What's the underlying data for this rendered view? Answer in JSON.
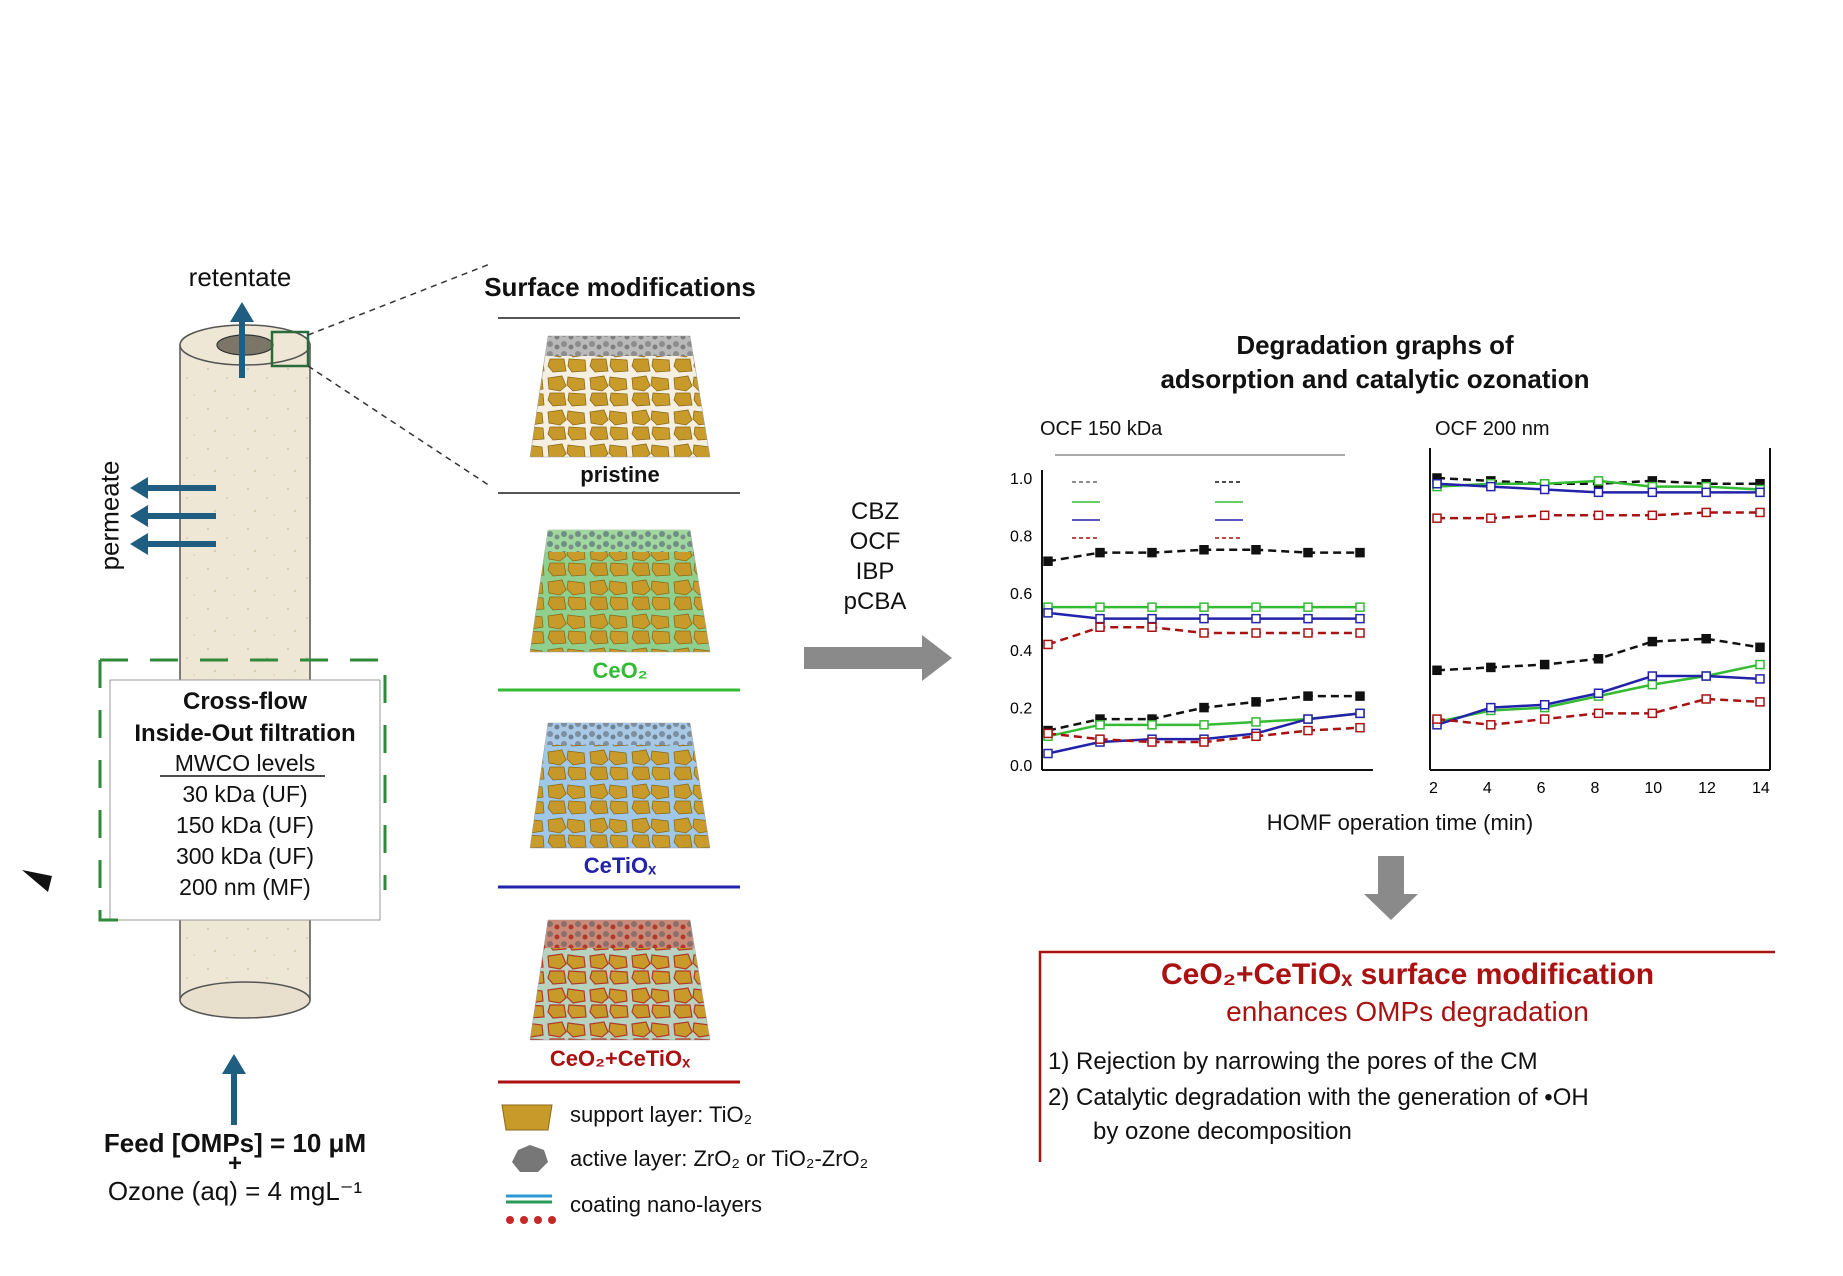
{
  "reactor": {
    "retentate_label": "retentate",
    "permeate_label": "permeate",
    "box_title_1": "Cross-flow",
    "box_title_2": "Inside-Out filtration",
    "mwco_header": "MWCO levels",
    "mwco_items": [
      "30 kDa (UF)",
      "150 kDa (UF)",
      "300 kDa (UF)",
      "200 nm (MF)"
    ],
    "feed_line": "Feed [OMPs] = 10 μM",
    "plus": "+",
    "ozone_line": "Ozone (aq) = 4 mgL⁻¹"
  },
  "surface": {
    "title": "Surface modifications",
    "panels": [
      {
        "label": "pristine",
        "color": "#111111"
      },
      {
        "label": "CeO₂",
        "color": "#33bb33"
      },
      {
        "label": "CeTiOₓ",
        "color": "#2222aa"
      },
      {
        "label": "CeO₂+CeTiOₓ",
        "color": "#aa1111"
      }
    ],
    "legend": [
      "support layer: TiO₂",
      "active layer: ZrO₂ or TiO₂-ZrO₂",
      "coating nano-layers"
    ]
  },
  "compounds": [
    "CBZ",
    "OCF",
    "IBP",
    "pCBA"
  ],
  "graphs": {
    "title_line1": "Degradation graphs of",
    "title_line2": "adsorption and catalytic ozonation",
    "left_label": "OCF 150 kDa",
    "right_label": "OCF 200 nm",
    "xlabel": "HOMF operation time (min)"
  },
  "conclusion": {
    "title_line1": "CeO₂+CeTiOₓ surface modification",
    "title_line2": "enhances OMPs degradation",
    "points": [
      "1)  Rejection by narrowing the pores of the CM",
      "2)  Catalytic degradation with the generation of •OH",
      "by ozone decomposition"
    ]
  },
  "chart_data": [
    {
      "type": "line",
      "title": "OCF 150 kDa",
      "xlabel": "HOMF operation time (min)",
      "ylabel": "",
      "x": [
        2,
        4,
        6,
        8,
        10,
        12,
        14
      ],
      "ylim": [
        0,
        1.0
      ],
      "y_ticks": [
        "0.0",
        "0.2",
        "0.4",
        "0.6",
        "0.8",
        "1.0"
      ],
      "series": [
        {
          "color": "#111111",
          "dash": true,
          "values": [
            0.71,
            0.74,
            0.74,
            0.75,
            0.75,
            0.74,
            0.74
          ]
        },
        {
          "color": "#33bb33",
          "dash": false,
          "values": [
            0.55,
            0.55,
            0.55,
            0.55,
            0.55,
            0.55,
            0.55
          ]
        },
        {
          "color": "#2222aa",
          "dash": false,
          "values": [
            0.53,
            0.51,
            0.51,
            0.51,
            0.51,
            0.51,
            0.51
          ]
        },
        {
          "color": "#aa1111",
          "dash": true,
          "values": [
            0.42,
            0.48,
            0.48,
            0.46,
            0.46,
            0.46,
            0.46
          ]
        },
        {
          "color": "#111111",
          "dash": true,
          "values": [
            0.12,
            0.16,
            0.16,
            0.2,
            0.22,
            0.24,
            0.24
          ]
        },
        {
          "color": "#33bb33",
          "dash": false,
          "values": [
            0.1,
            0.14,
            0.14,
            0.14,
            0.15,
            0.16,
            0.18
          ]
        },
        {
          "color": "#2222aa",
          "dash": false,
          "values": [
            0.04,
            0.08,
            0.09,
            0.09,
            0.11,
            0.16,
            0.18
          ]
        },
        {
          "color": "#aa1111",
          "dash": true,
          "values": [
            0.11,
            0.09,
            0.08,
            0.08,
            0.1,
            0.12,
            0.13
          ]
        }
      ]
    },
    {
      "type": "line",
      "title": "OCF 200 nm",
      "xlabel": "HOMF operation time (min)",
      "ylabel": "",
      "x": [
        2,
        4,
        6,
        8,
        10,
        12,
        14
      ],
      "x_ticks": [
        "2",
        "4",
        "6",
        "8",
        "10",
        "12",
        "14"
      ],
      "ylim": [
        0,
        1.0
      ],
      "series": [
        {
          "color": "#111111",
          "dash": true,
          "values": [
            1.0,
            0.99,
            0.98,
            0.98,
            0.99,
            0.98,
            0.98
          ]
        },
        {
          "color": "#33bb33",
          "dash": false,
          "values": [
            0.97,
            0.98,
            0.98,
            0.99,
            0.97,
            0.97,
            0.96
          ]
        },
        {
          "color": "#2222aa",
          "dash": false,
          "values": [
            0.98,
            0.97,
            0.96,
            0.95,
            0.95,
            0.95,
            0.95
          ]
        },
        {
          "color": "#aa1111",
          "dash": true,
          "values": [
            0.86,
            0.86,
            0.87,
            0.87,
            0.87,
            0.88,
            0.88
          ]
        },
        {
          "color": "#111111",
          "dash": true,
          "values": [
            0.33,
            0.34,
            0.35,
            0.37,
            0.43,
            0.44,
            0.41
          ]
        },
        {
          "color": "#33bb33",
          "dash": false,
          "values": [
            0.15,
            0.19,
            0.2,
            0.24,
            0.28,
            0.31,
            0.35
          ]
        },
        {
          "color": "#2222aa",
          "dash": false,
          "values": [
            0.14,
            0.2,
            0.21,
            0.25,
            0.31,
            0.31,
            0.3
          ]
        },
        {
          "color": "#aa1111",
          "dash": true,
          "values": [
            0.16,
            0.14,
            0.16,
            0.18,
            0.18,
            0.23,
            0.22
          ]
        }
      ]
    }
  ]
}
